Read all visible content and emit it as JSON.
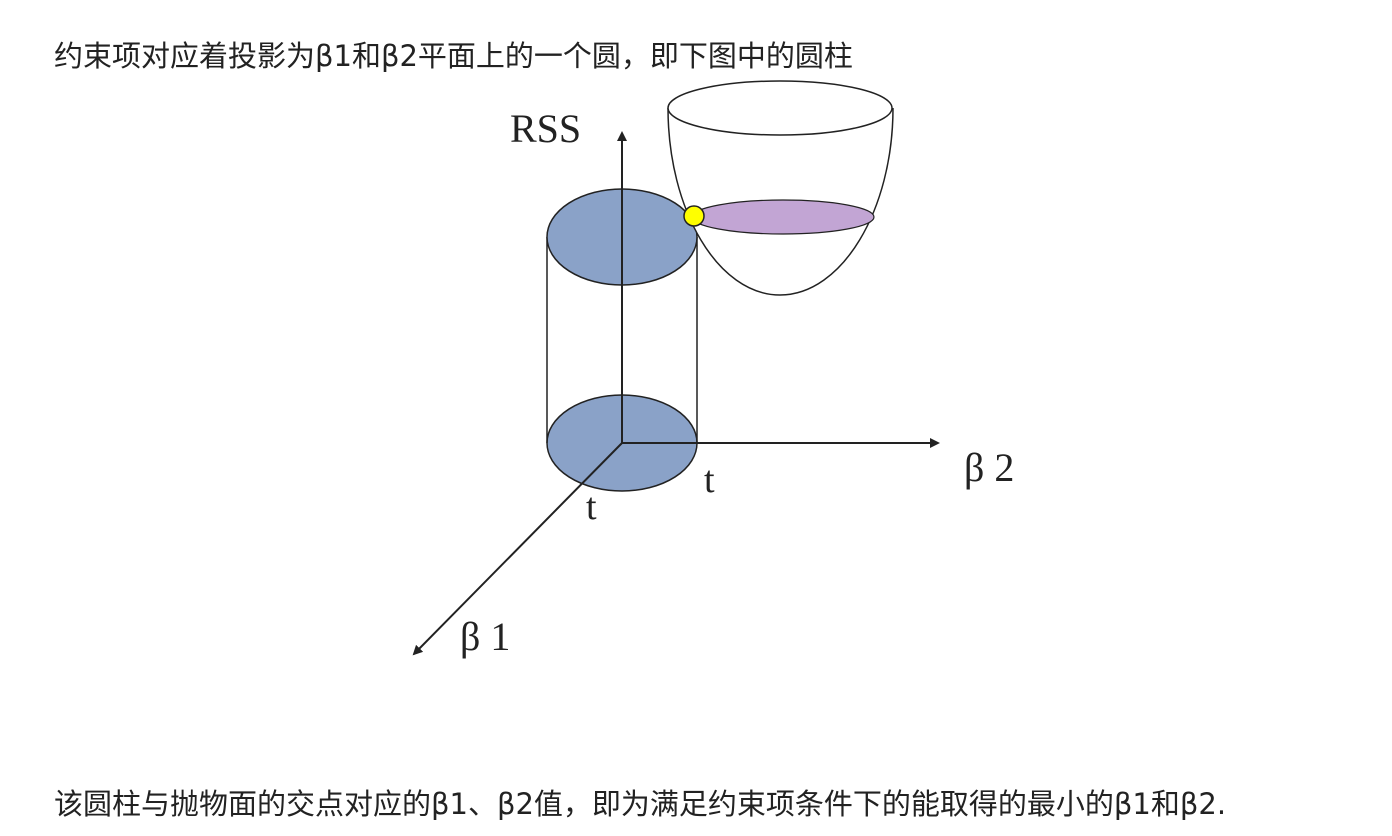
{
  "paragraphs": {
    "intro": "约束项对应着投影为β1和β2平面上的一个圆，即下图中的圆柱",
    "conclusion": "该圆柱与抛物面的交点对应的β1、β2值，即为满足约束项条件下的能取得的最小的β1和β2."
  },
  "diagram": {
    "axis_labels": {
      "z": "RSS",
      "x2": "β 2",
      "x1": "β 1"
    },
    "tick_labels": {
      "b2": "t",
      "b1": "t"
    },
    "colors": {
      "cylinder_fill": "#8aa2c8",
      "paraboloid_slice_fill": "#c2a5d4",
      "intersection_point": "#ffff00",
      "stroke": "#222222"
    }
  }
}
